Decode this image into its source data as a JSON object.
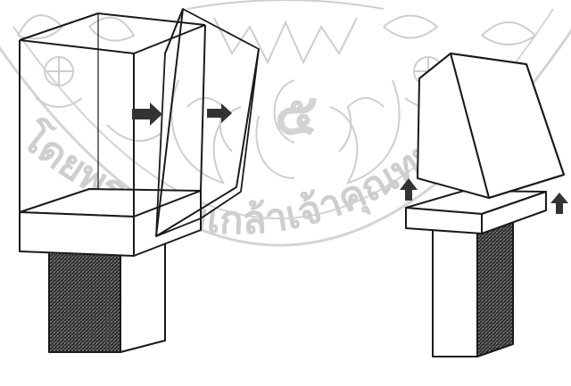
{
  "watermark": {
    "arc_text": "โดยพระจอมเกล้าเจ้าคุณทหารลาด",
    "emblem_numeral": "๕"
  },
  "colors": {
    "ink": "#1a1a1a",
    "watermark": "#c8c8c8",
    "arrow": "#333333",
    "pedestal_hatch": "#2b2b2b"
  },
  "figures": [
    {
      "id": "left",
      "description_icons": [
        "display-case-icon",
        "glass-panel-icon",
        "slide-right-arrow-icon"
      ]
    },
    {
      "id": "right",
      "description_icons": [
        "display-case-icon",
        "lift-up-arrow-icon"
      ]
    }
  ]
}
